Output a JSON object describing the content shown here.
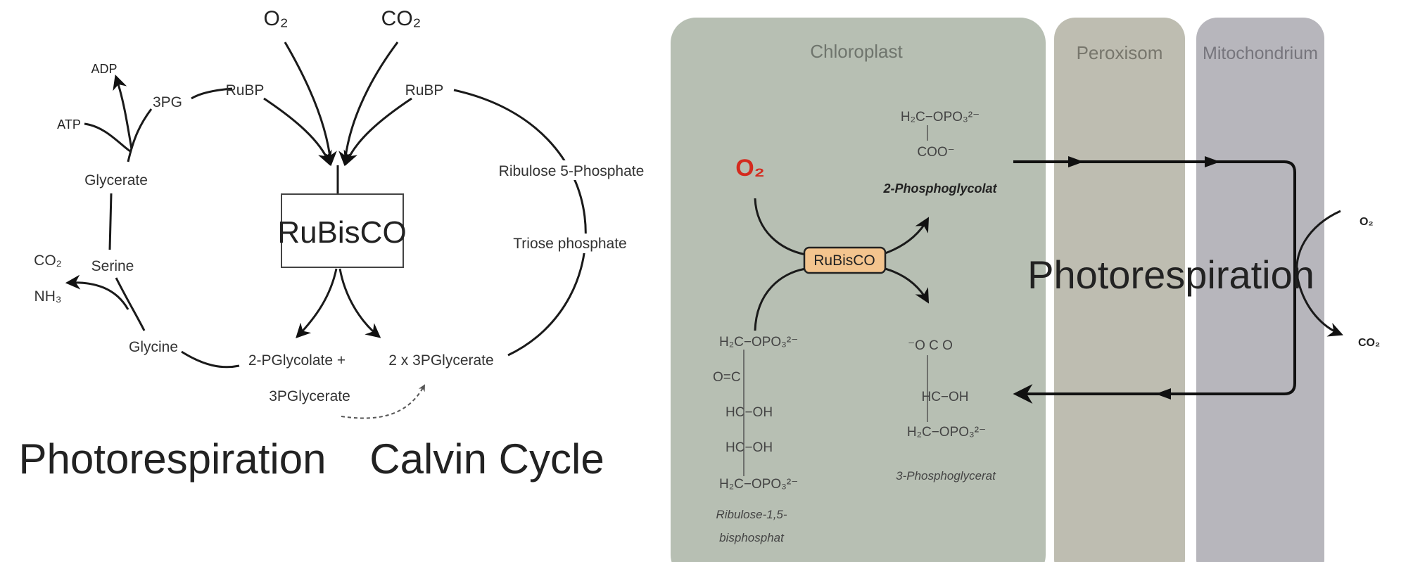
{
  "left_diagram": {
    "o2": "O₂",
    "co2": "CO₂",
    "rubp_left": "RuBP",
    "rubp_right": "RuBP",
    "adp": "ADP",
    "atp": "ATP",
    "pg3": "3PG",
    "glycerate": "Glycerate",
    "serine": "Serine",
    "co2_release": "CO₂",
    "nh3_release": "NH₃",
    "glycine": "Glycine",
    "rubisco": "RuBisCO",
    "ribulose5p": "Ribulose 5-Phosphate",
    "triose_phosphate": "Triose phosphate",
    "pglycolate": "2-PGlycolate +",
    "pglycerate": "3PGlycerate",
    "two_pglycerate": "2 x 3PGlycerate",
    "photorespiration_title": "Photorespiration",
    "calvin_title": "Calvin Cycle"
  },
  "right_diagram": {
    "colors": {
      "chloroplast": "#b7bfb3",
      "peroxisom": "#bebdb1",
      "mitochondrium": "#b7b6bc",
      "rubisco_fill": "#f3c48e",
      "o2": "#d42a1e"
    },
    "chloroplast": "Chloroplast",
    "peroxisom": "Peroxisom",
    "mitochondrium": "Mitochondrium",
    "o2": "O₂",
    "rubisco": "RuBisCO",
    "phosphoglycolat": {
      "line1": "H₂C−OPO₃²⁻",
      "line2": "COO⁻",
      "name": "2-Phosphoglycolat"
    },
    "ribulose": {
      "line1": "H₂C−OPO₃²⁻",
      "line2": "O=C",
      "line3": "HC−OH",
      "line4": "HC−OH",
      "line5": "H₂C−OPO₃²⁻",
      "name1": "Ribulose-1,5-",
      "name2": "bisphosphat"
    },
    "phosphoglycerat": {
      "line1": "⁻O   C   O",
      "line2": "HC−OH",
      "line3": "H₂C−OPO₃²⁻",
      "name": "3-Phosphoglycerat"
    },
    "photorespiration": "Photorespiration",
    "mito_o2": "O₂",
    "mito_co2": "CO₂"
  }
}
